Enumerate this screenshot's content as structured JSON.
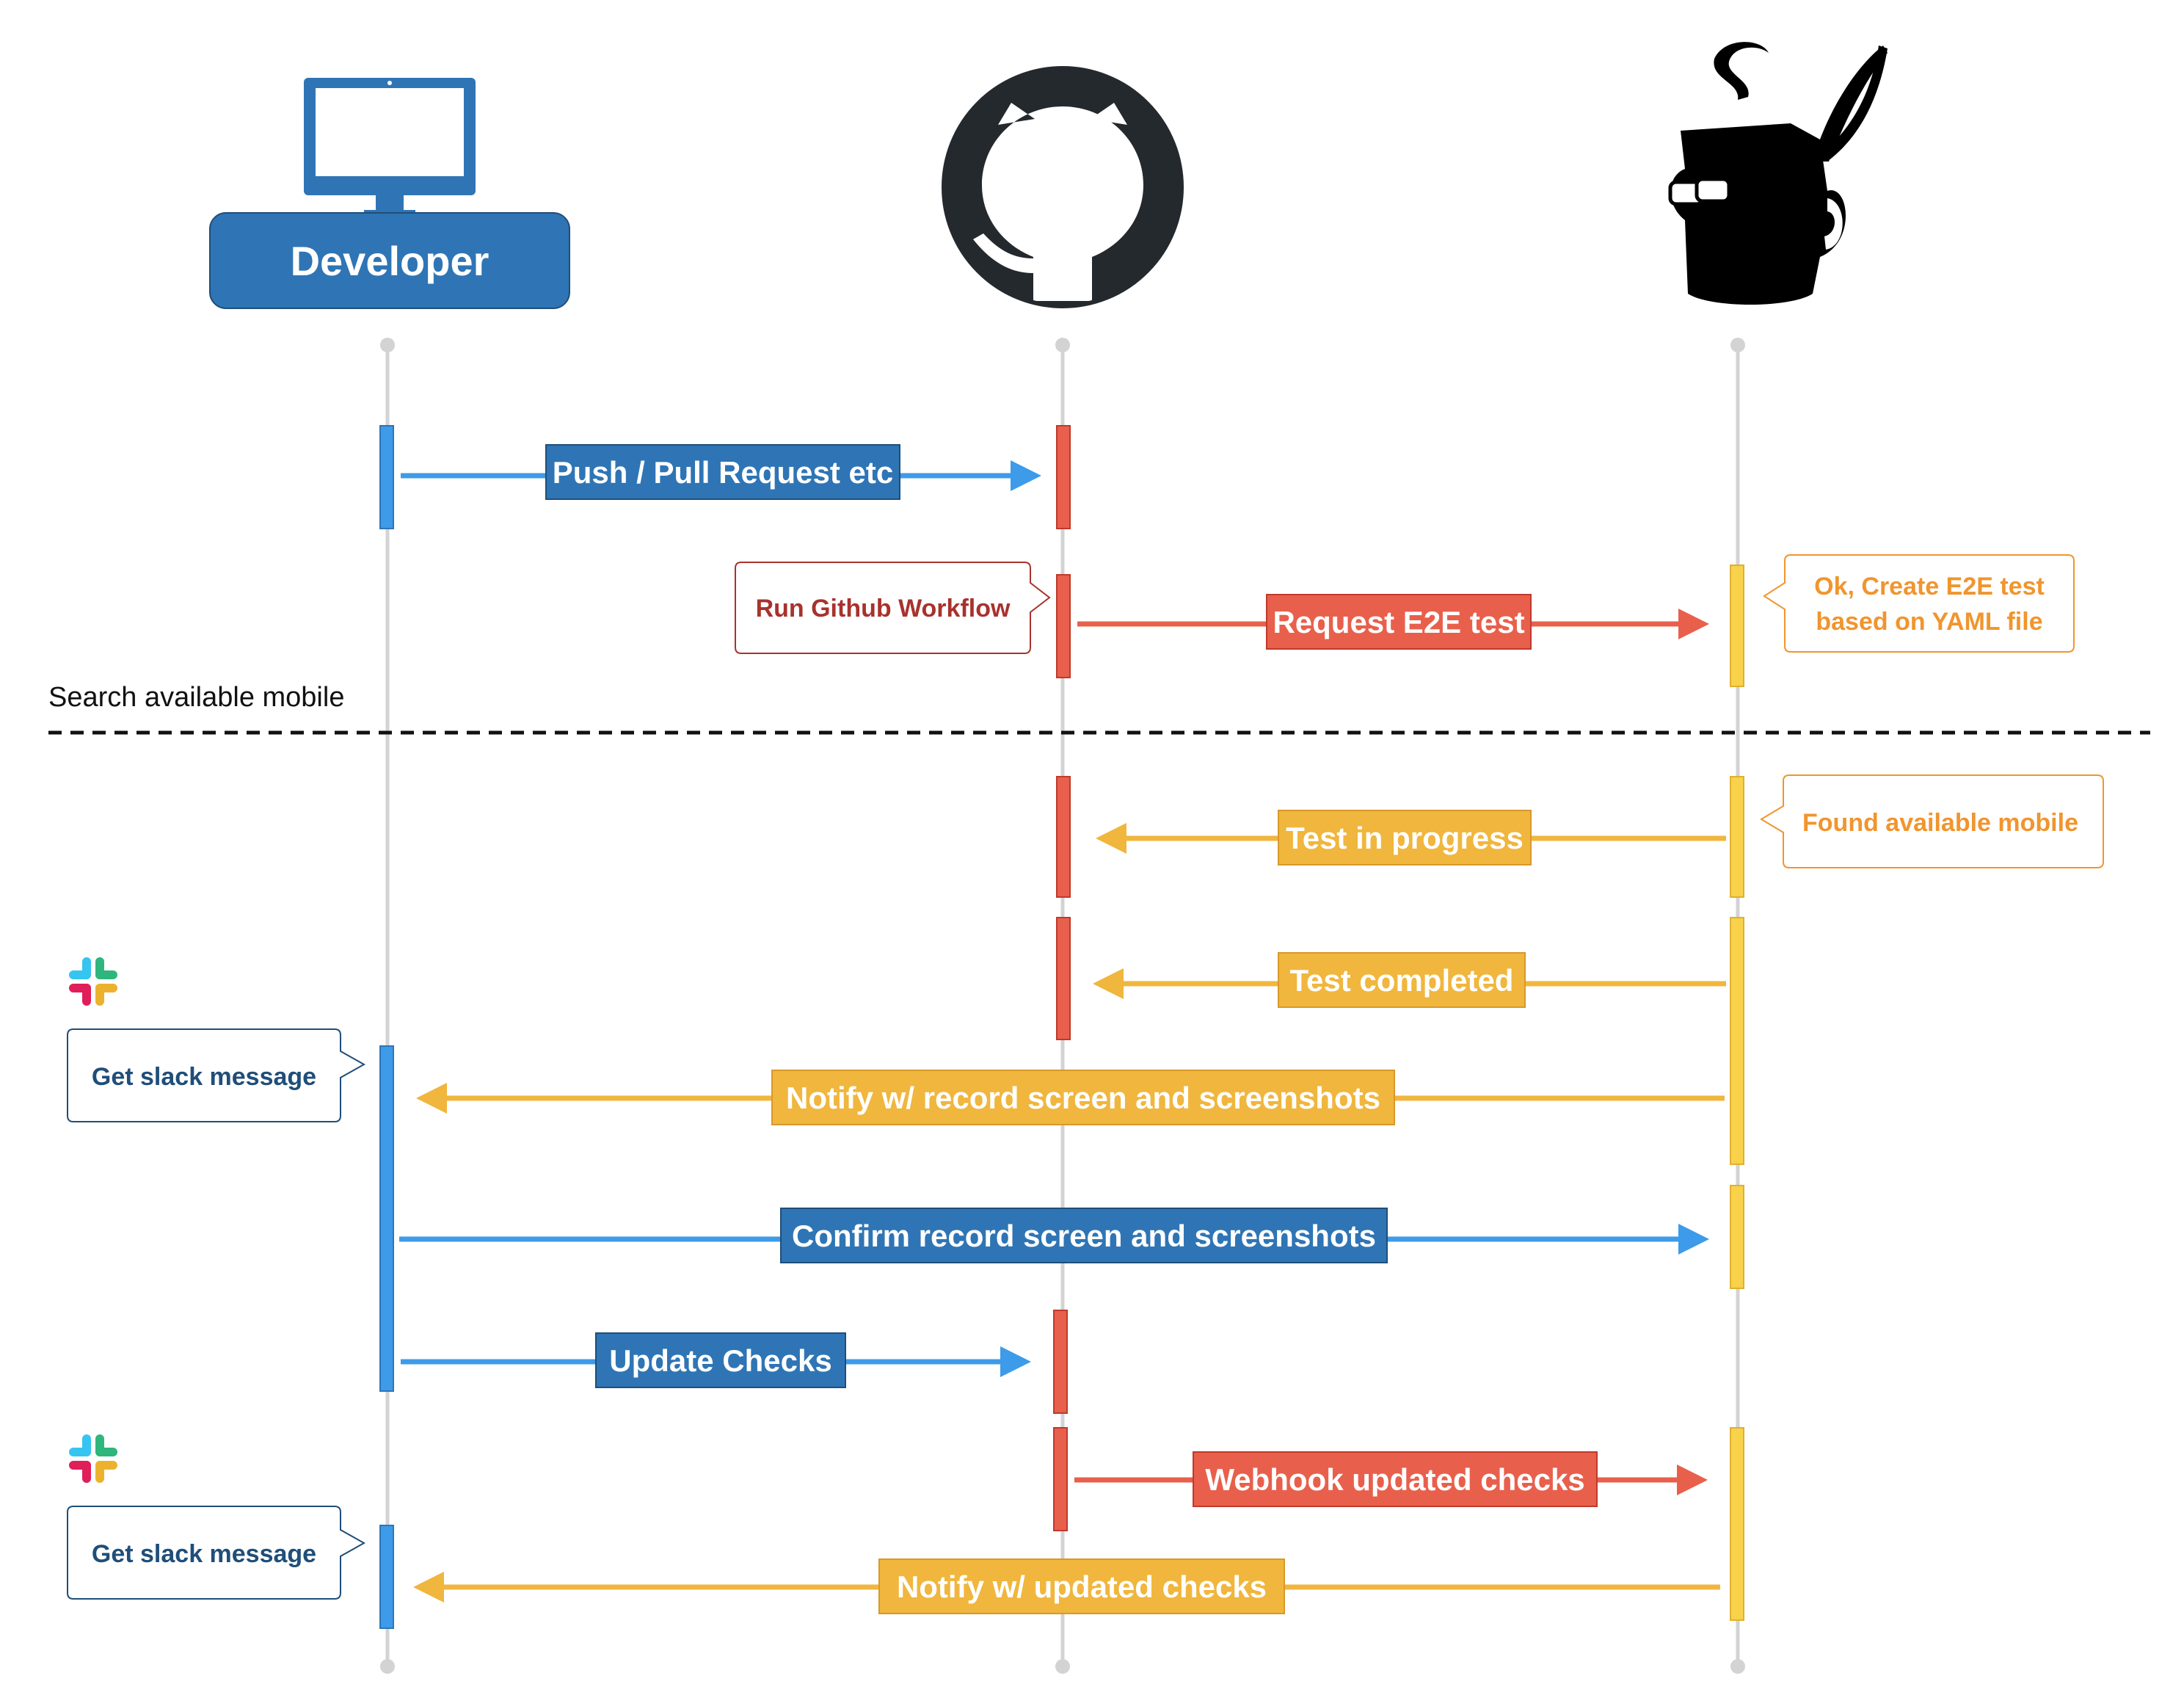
{
  "actors": {
    "developer": {
      "label": "Developer",
      "icon": "monitor-icon"
    },
    "github": {
      "icon": "github-icon"
    },
    "runner": {
      "icon": "coffee-mug-icon"
    }
  },
  "messages": [
    {
      "label": "Push / Pull Request etc",
      "from": "developer",
      "to": "github",
      "color": "#2f75b5"
    },
    {
      "label": "Request E2E test",
      "from": "github",
      "to": "runner",
      "color": "#e8604c"
    },
    {
      "label": "Test in progress",
      "from": "runner",
      "to": "github",
      "color": "#f0b63d"
    },
    {
      "label": "Test completed",
      "from": "runner",
      "to": "github",
      "color": "#f0b63d"
    },
    {
      "label": "Notify w/ record screen and screenshots",
      "from": "runner",
      "to": "developer",
      "color": "#f0b63d"
    },
    {
      "label": "Confirm record screen and screenshots",
      "from": "developer",
      "to": "runner",
      "color": "#2f75b5"
    },
    {
      "label": "Update Checks",
      "from": "developer",
      "to": "github",
      "color": "#2f75b5"
    },
    {
      "label": "Webhook updated checks",
      "from": "github",
      "to": "runner",
      "color": "#e8604c"
    },
    {
      "label": "Notify w/ updated checks",
      "from": "runner",
      "to": "developer",
      "color": "#f0b63d"
    }
  ],
  "notes": {
    "run_workflow": "Run Github Workflow",
    "create_test_line1": "Ok, Create E2E test",
    "create_test_line2": "based on YAML file",
    "found_mobile": "Found available mobile",
    "slack_1": "Get slack message",
    "slack_2": "Get slack message"
  },
  "section": {
    "label": "Search available mobile"
  },
  "colors": {
    "developer_blue": "#2f75b5",
    "arrow_blue": "#3d9be9",
    "github_red": "#e8604c",
    "runner_yellow": "#f7d24a",
    "message_yellow": "#f0b63d",
    "note_red": "#a8322d",
    "note_orange": "#f0952e",
    "note_navy": "#1f4e79",
    "lifeline": "#d3d3d3"
  }
}
